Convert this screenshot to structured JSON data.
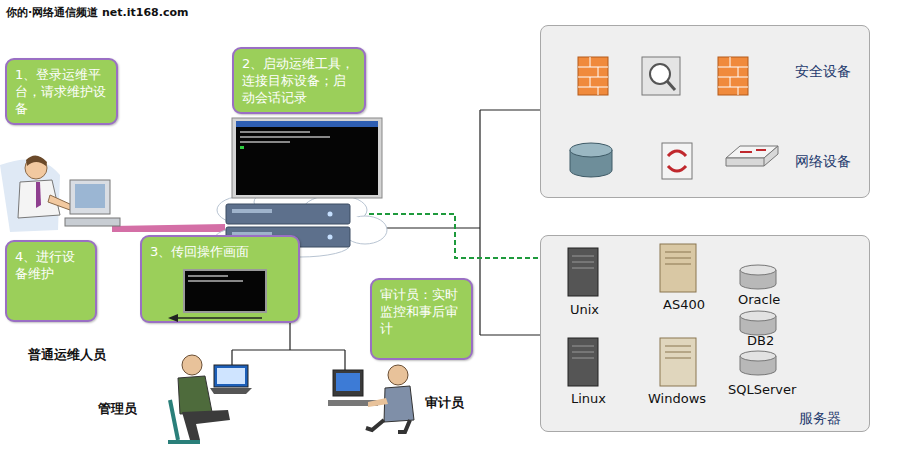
{
  "diagram": {
    "nodes": [
      {
        "text": [
          "1、登录运维平台，请求维护设备"
        ]
      },
      {
        "text": [
          "2、启动运维工具，连接目标设备；启动会话记录"
        ]
      },
      {
        "text": [
          "安全设备",
          "网络设备"
        ]
      },
      {
        "text": [
          "3、传回操作画面"
        ]
      },
      {
        "text": [
          "4、进行设备维护"
        ]
      },
      {
        "text": [
          "审计员：实时监控和事后审计"
        ]
      },
      {
        "text": [
          "服务器"
        ]
      }
    ],
    "labels": [
      "你的·网络通信频道 net.it168.com",
      "普通运维人员",
      "管理员",
      "审计员",
      "Unix",
      "AS400",
      "Oracle",
      "DB2",
      "Linux",
      "Windows",
      "SQLServer"
    ]
  }
}
